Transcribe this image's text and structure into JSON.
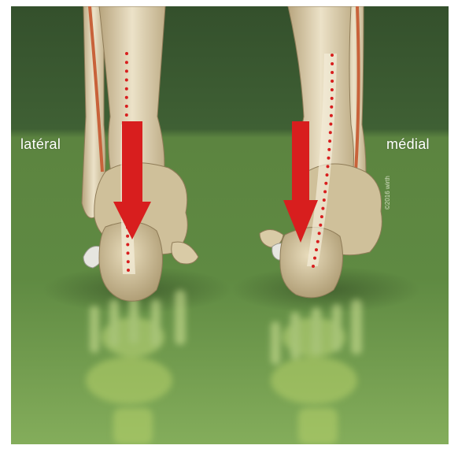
{
  "labels": {
    "left": "latéral",
    "right": "médial"
  },
  "copyright": "©2016 wirth",
  "colors": {
    "background_top": "#34502c",
    "background_floor": "#6d9a4a",
    "bone": "#ddd0b0",
    "bone_shadow": "#a8956c",
    "muscle": "#c8623a",
    "arrow": "#d81e1e",
    "dots": "#d81e1e",
    "reflection": "#b7d26a"
  },
  "icons": [
    "down-arrow-icon",
    "dotted-axis-line"
  ]
}
